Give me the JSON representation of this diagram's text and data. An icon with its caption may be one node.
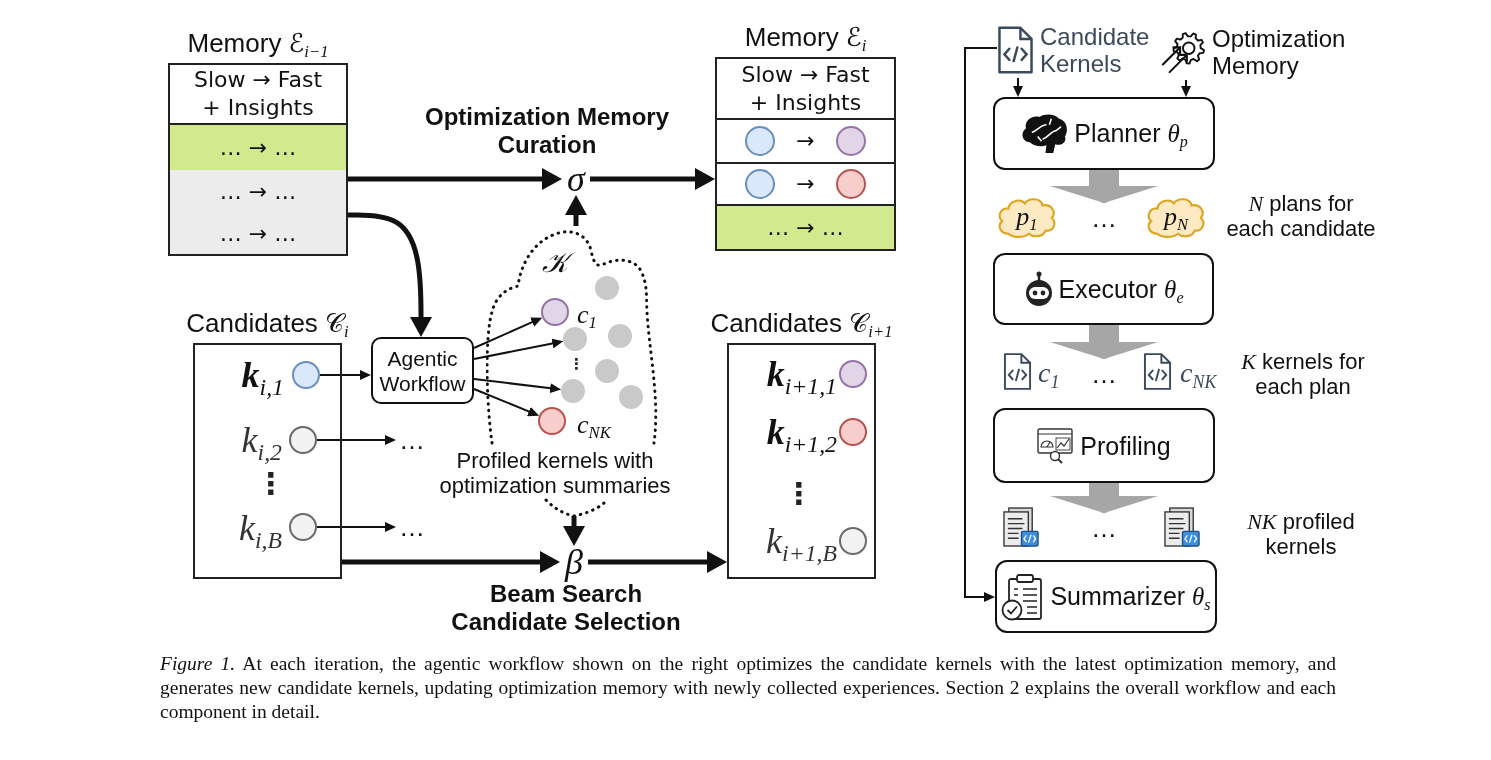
{
  "diagram": {
    "caption": "*Figure 1.* At each iteration, the agentic workflow shown on the right optimizes the candidate kernels with the latest optimization memory, and generates new candidate kernels, updating optimization memory with newly collected experiences. Section 2 explains the overall workflow and each component in detail.",
    "nodes": [
      {
        "text": [
          "Memory ℰ$_{i−1}$"
        ]
      },
      {
        "text": [
          "Slow → Fast + Insights"
        ],
        "in": 0
      },
      {
        "text": [
          "… → …"
        ],
        "in": 0
      },
      {
        "text": [
          "… → …"
        ],
        "in": 0
      },
      {
        "text": [
          "… → …"
        ],
        "in": 0
      },
      {
        "text": [
          "σ"
        ],
        "beside": [
          "Optimization Memory Curation"
        ]
      },
      {
        "text": [
          "Memory ℰ$_{i}$"
        ]
      },
      {
        "text": [
          "Slow → Fast + Insights"
        ],
        "in": 6
      },
      {
        "text": [
          "→"
        ],
        "in": 6
      },
      {
        "text": [],
        "shape": "circle",
        "in": 8
      },
      {
        "text": [],
        "shape": "circle",
        "in": 8
      },
      {
        "text": [
          "→"
        ],
        "in": 6
      },
      {
        "text": [],
        "shape": "circle",
        "in": 11
      },
      {
        "text": [],
        "shape": "circle",
        "in": 11
      },
      {
        "text": [
          "… → …"
        ],
        "in": 6
      },
      {
        "text": [
          "Candidates 𝒞$_{i}$"
        ]
      },
      {
        "text": [],
        "shape": "circle",
        "in": 15,
        "beside": [
          "k$_{i,1}$"
        ]
      },
      {
        "text": [],
        "shape": "circle",
        "in": 15,
        "beside": [
          "k$_{i,2}$"
        ]
      },
      {
        "text": [],
        "shape": "circle",
        "in": 15,
        "beside": [
          "k$_{i,B}$"
        ]
      },
      {
        "text": [
          "Agentic Workflow"
        ]
      },
      {
        "text": [
          "𝒦"
        ],
        "beside": [
          "Profiled kernels with optimization summaries"
        ]
      },
      {
        "text": [],
        "shape": "circle",
        "in": 20,
        "beside": [
          "c$_{1}$"
        ]
      },
      {
        "text": [],
        "shape": "circle",
        "in": 20
      },
      {
        "text": [],
        "shape": "circle",
        "in": 20
      },
      {
        "text": [],
        "shape": "circle",
        "in": 20
      },
      {
        "text": [],
        "shape": "circle",
        "in": 20
      },
      {
        "text": [],
        "shape": "circle",
        "in": 20
      },
      {
        "text": [],
        "shape": "circle",
        "in": 20
      },
      {
        "text": [],
        "shape": "circle",
        "in": 20,
        "beside": [
          "c$_{NK}$"
        ]
      },
      {
        "text": [
          "β"
        ],
        "beside": [
          "Beam Search Candidate Selection"
        ]
      },
      {
        "text": [
          "Candidates 𝒞$_{i+1}$"
        ]
      },
      {
        "text": [],
        "shape": "circle",
        "in": 30,
        "beside": [
          "k$_{i+1,1}$"
        ]
      },
      {
        "text": [],
        "shape": "circle",
        "in": 30,
        "beside": [
          "k$_{i+1,2}$"
        ]
      },
      {
        "text": [],
        "shape": "circle",
        "in": 30,
        "beside": [
          "k$_{i+1,B}$"
        ]
      },
      {
        "text": [
          "Candidate Kernels"
        ]
      },
      {
        "text": [
          "Optimization Memory"
        ]
      },
      {
        "text": [
          "Planner *θ*$_{p}$"
        ]
      },
      {
        "text": [
          "p$_{1}$"
        ]
      },
      {
        "text": [
          "p$_{N}$"
        ]
      },
      {
        "text": [
          "Executor *θ*$_{e}$"
        ]
      },
      {
        "text": [
          "Profiling"
        ]
      },
      {
        "text": [
          "Summarizer *θ*$_{s}$"
        ]
      },
      {
        "text": [
          "…"
        ]
      },
      {
        "text": [
          "…"
        ]
      },
      {
        "text": [
          "…"
        ]
      },
      {
        "text": [
          "…"
        ]
      },
      {
        "text": [
          "…"
        ]
      }
    ],
    "edges": [
      {
        "from": 0,
        "to": 5,
        "arrow": "to",
        "style": "thick"
      },
      {
        "from": 5,
        "to": 6,
        "arrow": "to",
        "style": "thick"
      },
      {
        "from": 20,
        "to": 5,
        "arrow": "to",
        "style": "thick"
      },
      {
        "from": 0,
        "to": 19,
        "arrow": "to",
        "style": "thick"
      },
      {
        "from": 16,
        "to": 19,
        "arrow": "to"
      },
      {
        "from": 17,
        "to": 42,
        "arrow": "to"
      },
      {
        "from": 18,
        "to": 43,
        "arrow": "to"
      },
      {
        "from": 19,
        "to": 21,
        "arrow": "to"
      },
      {
        "from": 19,
        "to": 23,
        "arrow": "to"
      },
      {
        "from": 19,
        "to": 26,
        "arrow": "to"
      },
      {
        "from": 19,
        "to": 28,
        "arrow": "to"
      },
      {
        "from": 20,
        "to": 29,
        "arrow": "to",
        "style": "thick"
      },
      {
        "from": 15,
        "to": 29,
        "arrow": "to",
        "style": "thick"
      },
      {
        "from": 29,
        "to": 30,
        "arrow": "to",
        "style": "thick"
      },
      {
        "from": 34,
        "to": 36,
        "arrow": "to"
      },
      {
        "from": 35,
        "to": 36,
        "arrow": "to"
      },
      {
        "from": 34,
        "to": 41,
        "arrow": "to"
      },
      {
        "from": 36,
        "to": 44,
        "arrow": "to",
        "style": "thick",
        "color": "#a6a6a6"
      },
      {
        "from": 39,
        "to": 45,
        "arrow": "to",
        "style": "thick",
        "color": "#a6a6a6"
      },
      {
        "from": 40,
        "to": 46,
        "arrow": "to",
        "style": "thick",
        "color": "#a6a6a6"
      }
    ],
    "labels": [
      "⋮",
      "⋮",
      "⋮",
      "*N* plans for each candidate",
      "c$_{1}$",
      "c$_{NK}$",
      "*K* kernels for each plan",
      "*NK* profiled kernels"
    ]
  }
}
